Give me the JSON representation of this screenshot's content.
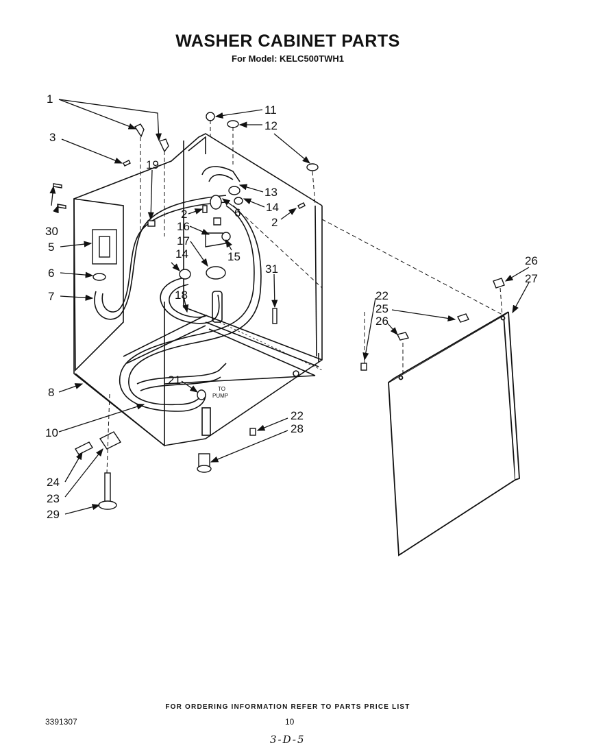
{
  "header": {
    "title": "WASHER CABINET PARTS",
    "subtitle": "For Model: KELC500TWH1"
  },
  "diagram": {
    "callouts": [
      "1",
      "3",
      "19",
      "30",
      "5",
      "6",
      "7",
      "8",
      "10",
      "24",
      "23",
      "29",
      "11",
      "12",
      "13",
      "14",
      "2",
      "6",
      "16",
      "17",
      "15",
      "14",
      "18",
      "31",
      "21",
      "22",
      "28",
      "26",
      "27",
      "22",
      "25",
      "26",
      "2"
    ],
    "pump_label_top": "TO",
    "pump_label_bottom": "PUMP"
  },
  "footer": {
    "ordering_note": "FOR ORDERING INFORMATION REFER TO PARTS PRICE LIST",
    "doc_number": "3391307",
    "page_number": "10",
    "handwritten_note": "3-D-5"
  }
}
